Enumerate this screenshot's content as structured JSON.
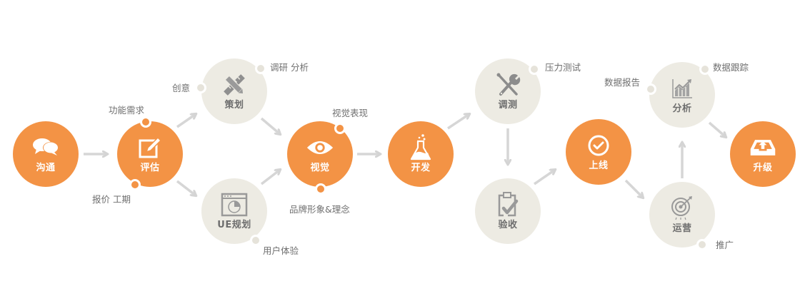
{
  "colors": {
    "accent": "#F39345",
    "neutral": "#EDEBE3",
    "arrow": "#D4D4D4",
    "note_text": "#6F6F6F"
  },
  "nodes": {
    "goutong": {
      "label": "沟通",
      "icon": "chat-bubbles-icon",
      "style": "orange"
    },
    "pinggu": {
      "label": "评估",
      "icon": "edit-pencil-icon",
      "style": "orange"
    },
    "cehua": {
      "label": "策划",
      "icon": "pencil-ruler-icon",
      "style": "beige"
    },
    "ueguihua": {
      "label": "UE规划",
      "icon": "browser-pie-chart-icon",
      "style": "beige"
    },
    "shijue": {
      "label": "视觉",
      "icon": "eye-icon",
      "style": "orange"
    },
    "kaifa": {
      "label": "开发",
      "icon": "flask-icon",
      "style": "orange"
    },
    "tiaoce": {
      "label": "调测",
      "icon": "wrench-screwdriver-icon",
      "style": "beige"
    },
    "yanshou": {
      "label": "验收",
      "icon": "clipboard-check-icon",
      "style": "beige"
    },
    "shangxian": {
      "label": "上线",
      "icon": "check-circle-icon",
      "style": "orange"
    },
    "fenxi": {
      "label": "分析",
      "icon": "growth-chart-icon",
      "style": "beige"
    },
    "yunying": {
      "label": "运营",
      "icon": "target-icon",
      "style": "beige"
    },
    "shengji": {
      "label": "升级",
      "icon": "upload-tray-icon",
      "style": "orange"
    }
  },
  "notes": {
    "gongneng_xuqiu": "功能需求",
    "baojia_gongqi": "报价 工期",
    "chuangyi": "创意",
    "diaoyan_fenxi": "调研 分析",
    "yonghu_tiyan": "用户体验",
    "shijue_biaoxian": "视觉表现",
    "pinpai_xingxiang": "品牌形象&理念",
    "yali_ceshi": "压力测试",
    "shuju_baogao": "数据报告",
    "shuju_genzong": "数据跟踪",
    "tuiguang": "推广"
  },
  "flow": [
    [
      "沟通",
      "评估"
    ],
    [
      "评估",
      "策划"
    ],
    [
      "评估",
      "UE规划"
    ],
    [
      "策划",
      "视觉"
    ],
    [
      "UE规划",
      "视觉"
    ],
    [
      "视觉",
      "开发"
    ],
    [
      "开发",
      "调测"
    ],
    [
      "调测",
      "验收"
    ],
    [
      "验收",
      "上线"
    ],
    [
      "上线",
      "运营"
    ],
    [
      "运营",
      "分析"
    ],
    [
      "分析",
      "升级"
    ]
  ]
}
